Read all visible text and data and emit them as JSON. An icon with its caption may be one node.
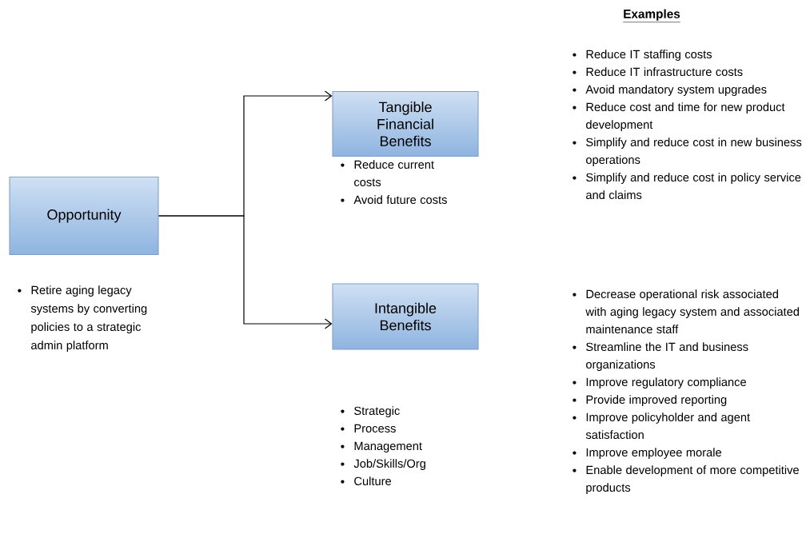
{
  "diagram": {
    "nodes": [
      {
        "text": [
          "Opportunity"
        ],
        "beside": [
          "Retire aging legacy systems by converting policies to a strategic admin platform"
        ]
      },
      {
        "text": [
          "Tangible Financial Benefits"
        ],
        "beside": [
          "Reduce current costs",
          "Avoid future costs"
        ]
      },
      {
        "text": [
          "Intangible Benefits"
        ],
        "beside": [
          "Strategic",
          "Process",
          "Management",
          "Job/Skills/Org",
          "Culture"
        ]
      }
    ],
    "edges": [
      {
        "from": 0,
        "to": 1,
        "arrow": "to"
      },
      {
        "from": 0,
        "to": 2,
        "arrow": "to"
      }
    ],
    "labels": [
      "Examples",
      "Reduce IT staffing costs",
      "Reduce IT infrastructure costs",
      "Avoid mandatory system upgrades",
      "Reduce cost and time for new product development",
      "Simplify and reduce cost in new business operations",
      "Simplify and reduce cost in policy service and claims",
      "Decrease operational risk associated with aging legacy system and associated maintenance staff",
      "Streamline the IT and business organizations",
      "Improve regulatory compliance",
      "Provide improved reporting",
      "Improve policyholder and agent satisfaction",
      "Improve employee morale",
      "Enable development of more competitive products"
    ]
  }
}
